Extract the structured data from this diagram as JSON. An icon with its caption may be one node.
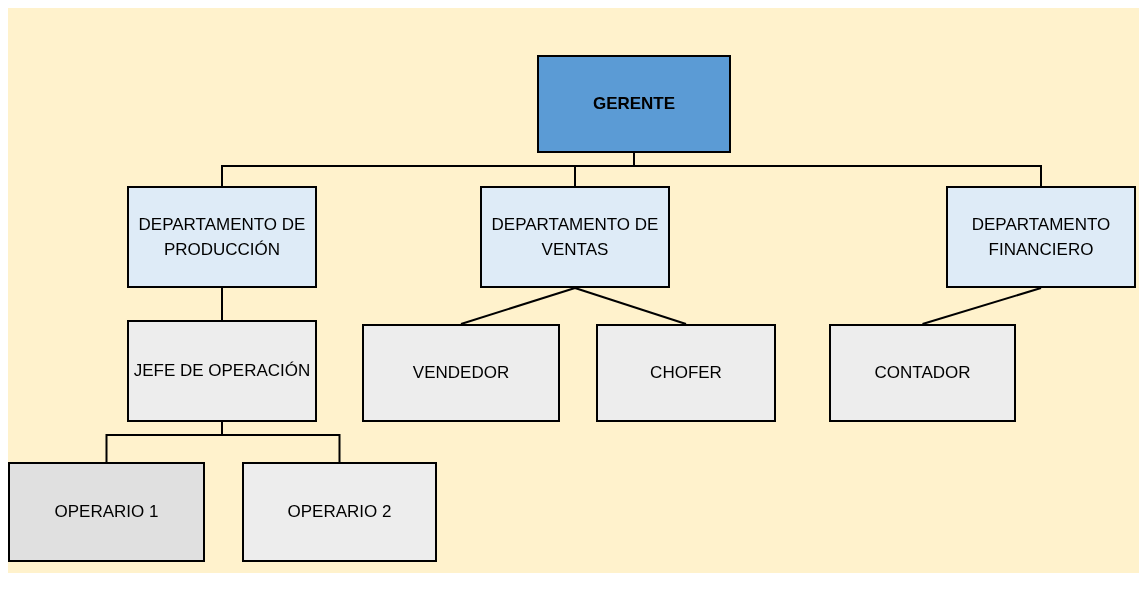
{
  "diagram": {
    "nodes": [
      {
        "text": [
          "GERENTE"
        ]
      },
      {
        "text": [
          "DEPARTAMENTO DE PRODUCCIÓN"
        ]
      },
      {
        "text": [
          "DEPARTAMENTO DE VENTAS"
        ]
      },
      {
        "text": [
          "DEPARTAMENTO FINANCIERO"
        ]
      },
      {
        "text": [
          "JEFE DE OPERACIÓN"
        ]
      },
      {
        "text": [
          "VENDEDOR"
        ]
      },
      {
        "text": [
          "CHOFER"
        ]
      },
      {
        "text": [
          "CONTADOR"
        ]
      },
      {
        "text": [
          "OPERARIO 1"
        ]
      },
      {
        "text": [
          "OPERARIO 2"
        ]
      }
    ],
    "edges": [
      {
        "from": 0,
        "to": 1,
        "arrow": "none"
      },
      {
        "from": 0,
        "to": 2,
        "arrow": "none"
      },
      {
        "from": 0,
        "to": 3,
        "arrow": "none"
      },
      {
        "from": 1,
        "to": 4,
        "arrow": "none"
      },
      {
        "from": 2,
        "to": 5,
        "arrow": "none"
      },
      {
        "from": 2,
        "to": 6,
        "arrow": "none"
      },
      {
        "from": 3,
        "to": 7,
        "arrow": "none"
      },
      {
        "from": 4,
        "to": 8,
        "arrow": "none"
      },
      {
        "from": 4,
        "to": 9,
        "arrow": "none"
      }
    ]
  }
}
